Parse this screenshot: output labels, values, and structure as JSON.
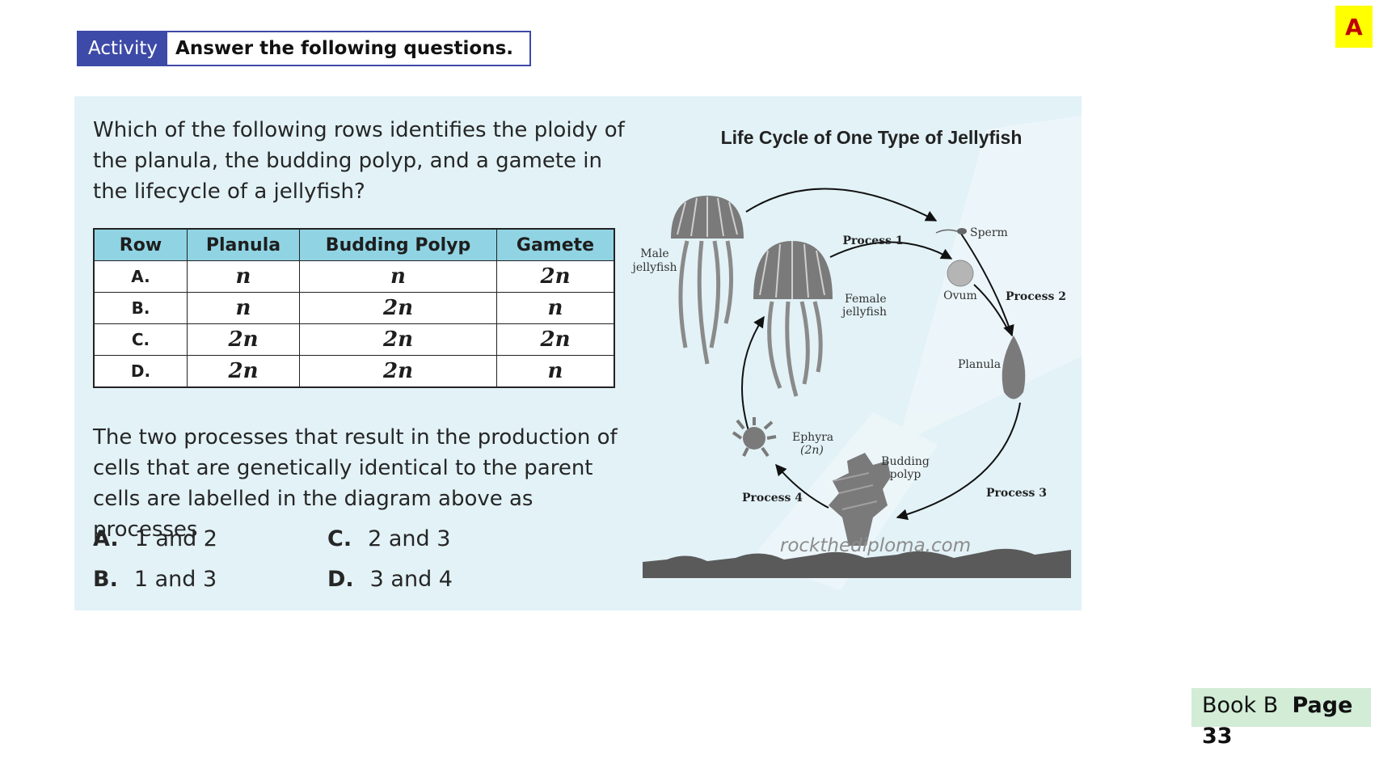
{
  "corner_badge": "A",
  "activity": {
    "tag": "Activity",
    "prompt": "Answer the following questions."
  },
  "question1": {
    "text": "Which of the following rows identifies the ploidy of the planula, the budding polyp, and a gamete in the lifecycle of a jellyfish?"
  },
  "table": {
    "headers": [
      "Row",
      "Planula",
      "Budding Polyp",
      "Gamete"
    ],
    "rows": [
      [
        "A.",
        "n",
        "n",
        "2n"
      ],
      [
        "B.",
        "n",
        "2n",
        "n"
      ],
      [
        "C.",
        "2n",
        "2n",
        "2n"
      ],
      [
        "D.",
        "2n",
        "2n",
        "n"
      ]
    ]
  },
  "question2": {
    "text": "The two processes that result in the production of cells that are genetically identical to the parent cells are labelled in the diagram above as processes",
    "options": [
      {
        "letter": "A.",
        "text": "1 and 2"
      },
      {
        "letter": "C.",
        "text": "2 and 3"
      },
      {
        "letter": "B.",
        "text": "1 and 3"
      },
      {
        "letter": "D.",
        "text": "3 and 4"
      }
    ]
  },
  "diagram": {
    "title": "Life Cycle of One Type of Jellyfish",
    "labels": {
      "male": [
        "Male",
        "jellyfish"
      ],
      "female": [
        "Female",
        "jellyfish"
      ],
      "sperm": "Sperm",
      "ovum": "Ovum",
      "planula": "Planula",
      "budding": [
        "Budding",
        "polyp"
      ],
      "ephyra": [
        "Ephyra",
        "(2n)"
      ],
      "process1": "Process 1",
      "process2": "Process 2",
      "process3": "Process 3",
      "process4": "Process 4"
    },
    "watermark": "rockthediploma.com"
  },
  "footer": {
    "book": "Book B",
    "page_word": "Page",
    "page_number": "33"
  }
}
